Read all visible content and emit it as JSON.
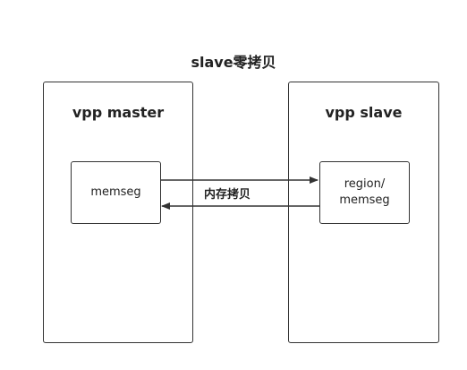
{
  "title": "slave零拷贝",
  "master": {
    "title": "vpp master",
    "box_label": "memseg"
  },
  "slave": {
    "title": "vpp slave",
    "box_label_line1": "region/",
    "box_label_line2": "memseg"
  },
  "edge_label": "内存拷贝",
  "colors": {
    "stroke": "#333333",
    "background": "#ffffff"
  }
}
